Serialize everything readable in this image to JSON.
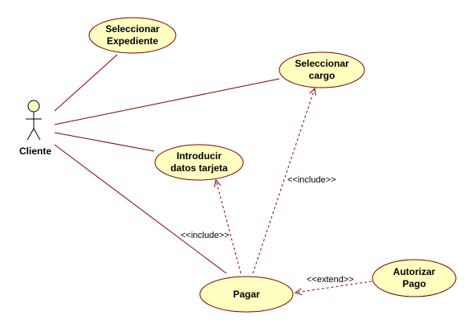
{
  "colors": {
    "line": "#800000",
    "usecase_fill": "#ffffc0",
    "usecase_stroke": "#800000",
    "actor_fill": "#ffffc0",
    "actor_stroke": "#000000"
  },
  "actor": {
    "name": "Cliente"
  },
  "use_cases": {
    "seleccionar_expediente": {
      "line1": "Seleccionar",
      "line2": "Expediente"
    },
    "seleccionar_cargo": {
      "line1": "Seleccionar",
      "line2": "cargo"
    },
    "introducir_datos": {
      "line1": "Introducir",
      "line2": "datos tarjeta"
    },
    "pagar": {
      "line1": "Pagar"
    },
    "autorizar_pago": {
      "line1": "Autorizar",
      "line2": "Pago"
    }
  },
  "relations": {
    "include_cargo": "<<include>>",
    "include_datos": "<<include>>",
    "extend_autorizar": "<<extend>>"
  }
}
